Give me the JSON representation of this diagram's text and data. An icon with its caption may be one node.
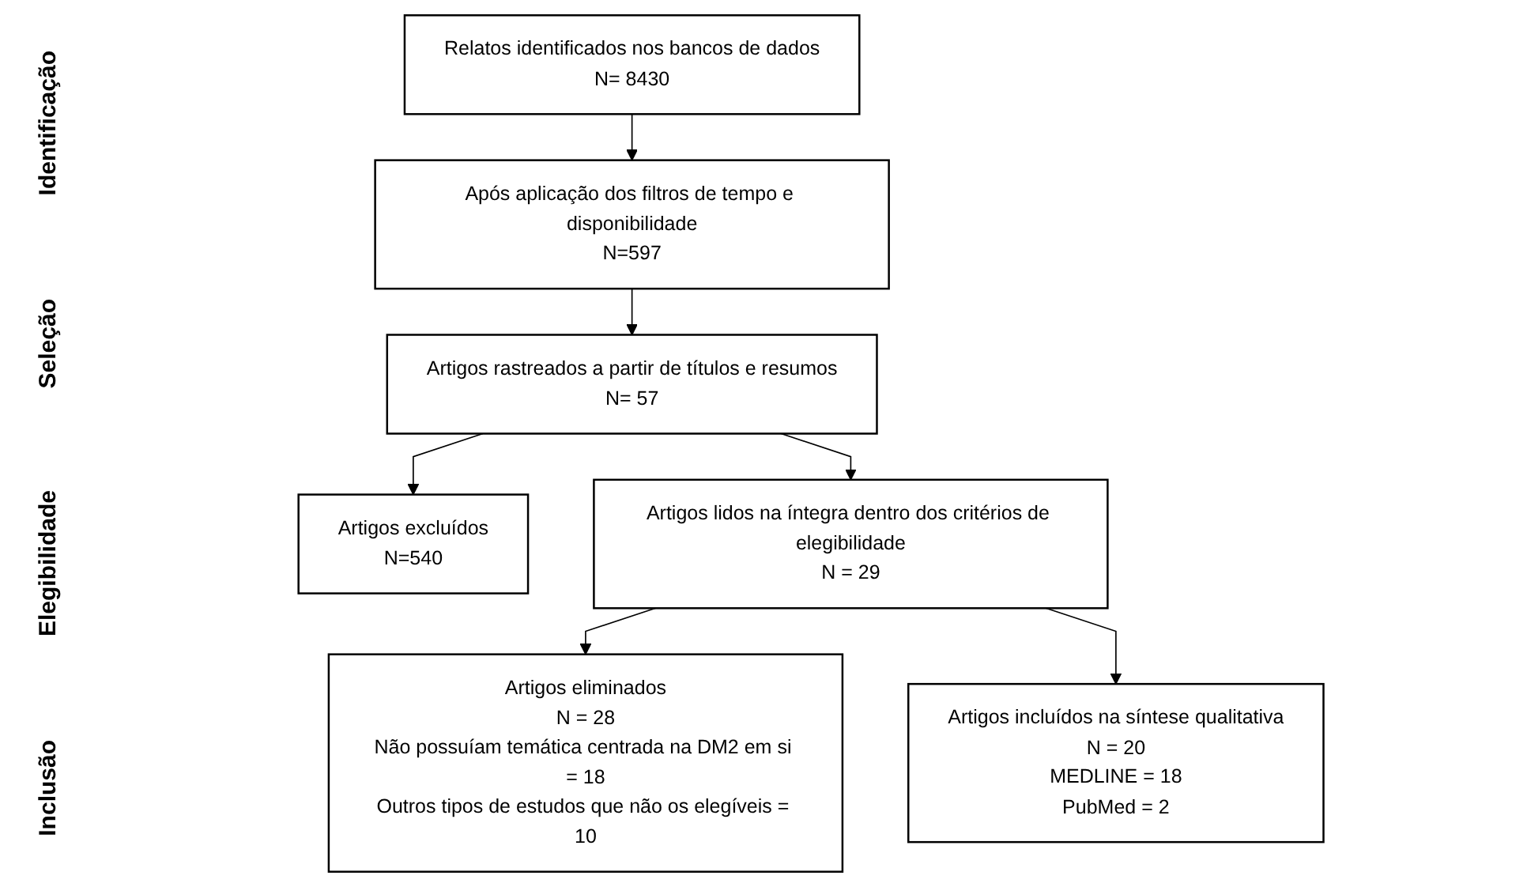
{
  "diagram": {
    "nodes": [
      {
        "text": [
          "Relatos identificados nos bancos de dados",
          "N= 8430"
        ]
      },
      {
        "text": [
          "Após aplicação dos filtros de tempo e disponibilidade",
          "N=597"
        ]
      },
      {
        "text": [
          "Artigos rastreados a partir de títulos e resumos",
          "N= 57"
        ]
      },
      {
        "text": [
          "Artigos excluídos",
          "N=540"
        ]
      },
      {
        "text": [
          "Artigos lidos na íntegra dentro dos critérios de elegibilidade",
          "N = 29"
        ]
      },
      {
        "text": [
          "Artigos eliminados",
          "N = 28",
          "Não possuíam temática centrada na DM2 em si = 18",
          "Outros tipos de estudos que não os elegíveis = 10"
        ]
      },
      {
        "text": [
          "Artigos incluídos na síntese qualitativa",
          "N = 20",
          "MEDLINE = 18",
          "PubMed = 2"
        ]
      }
    ],
    "edges": [
      {
        "from": 0,
        "to": 1,
        "arrow": "to"
      },
      {
        "from": 1,
        "to": 2,
        "arrow": "to"
      },
      {
        "from": 2,
        "to": 3,
        "arrow": "to"
      },
      {
        "from": 2,
        "to": 4,
        "arrow": "to"
      },
      {
        "from": 4,
        "to": 5,
        "arrow": "to"
      },
      {
        "from": 4,
        "to": 6,
        "arrow": "to"
      }
    ],
    "labels": [
      "Identificação",
      "Seleção",
      "Elegibilidade",
      "Inclusão"
    ]
  }
}
